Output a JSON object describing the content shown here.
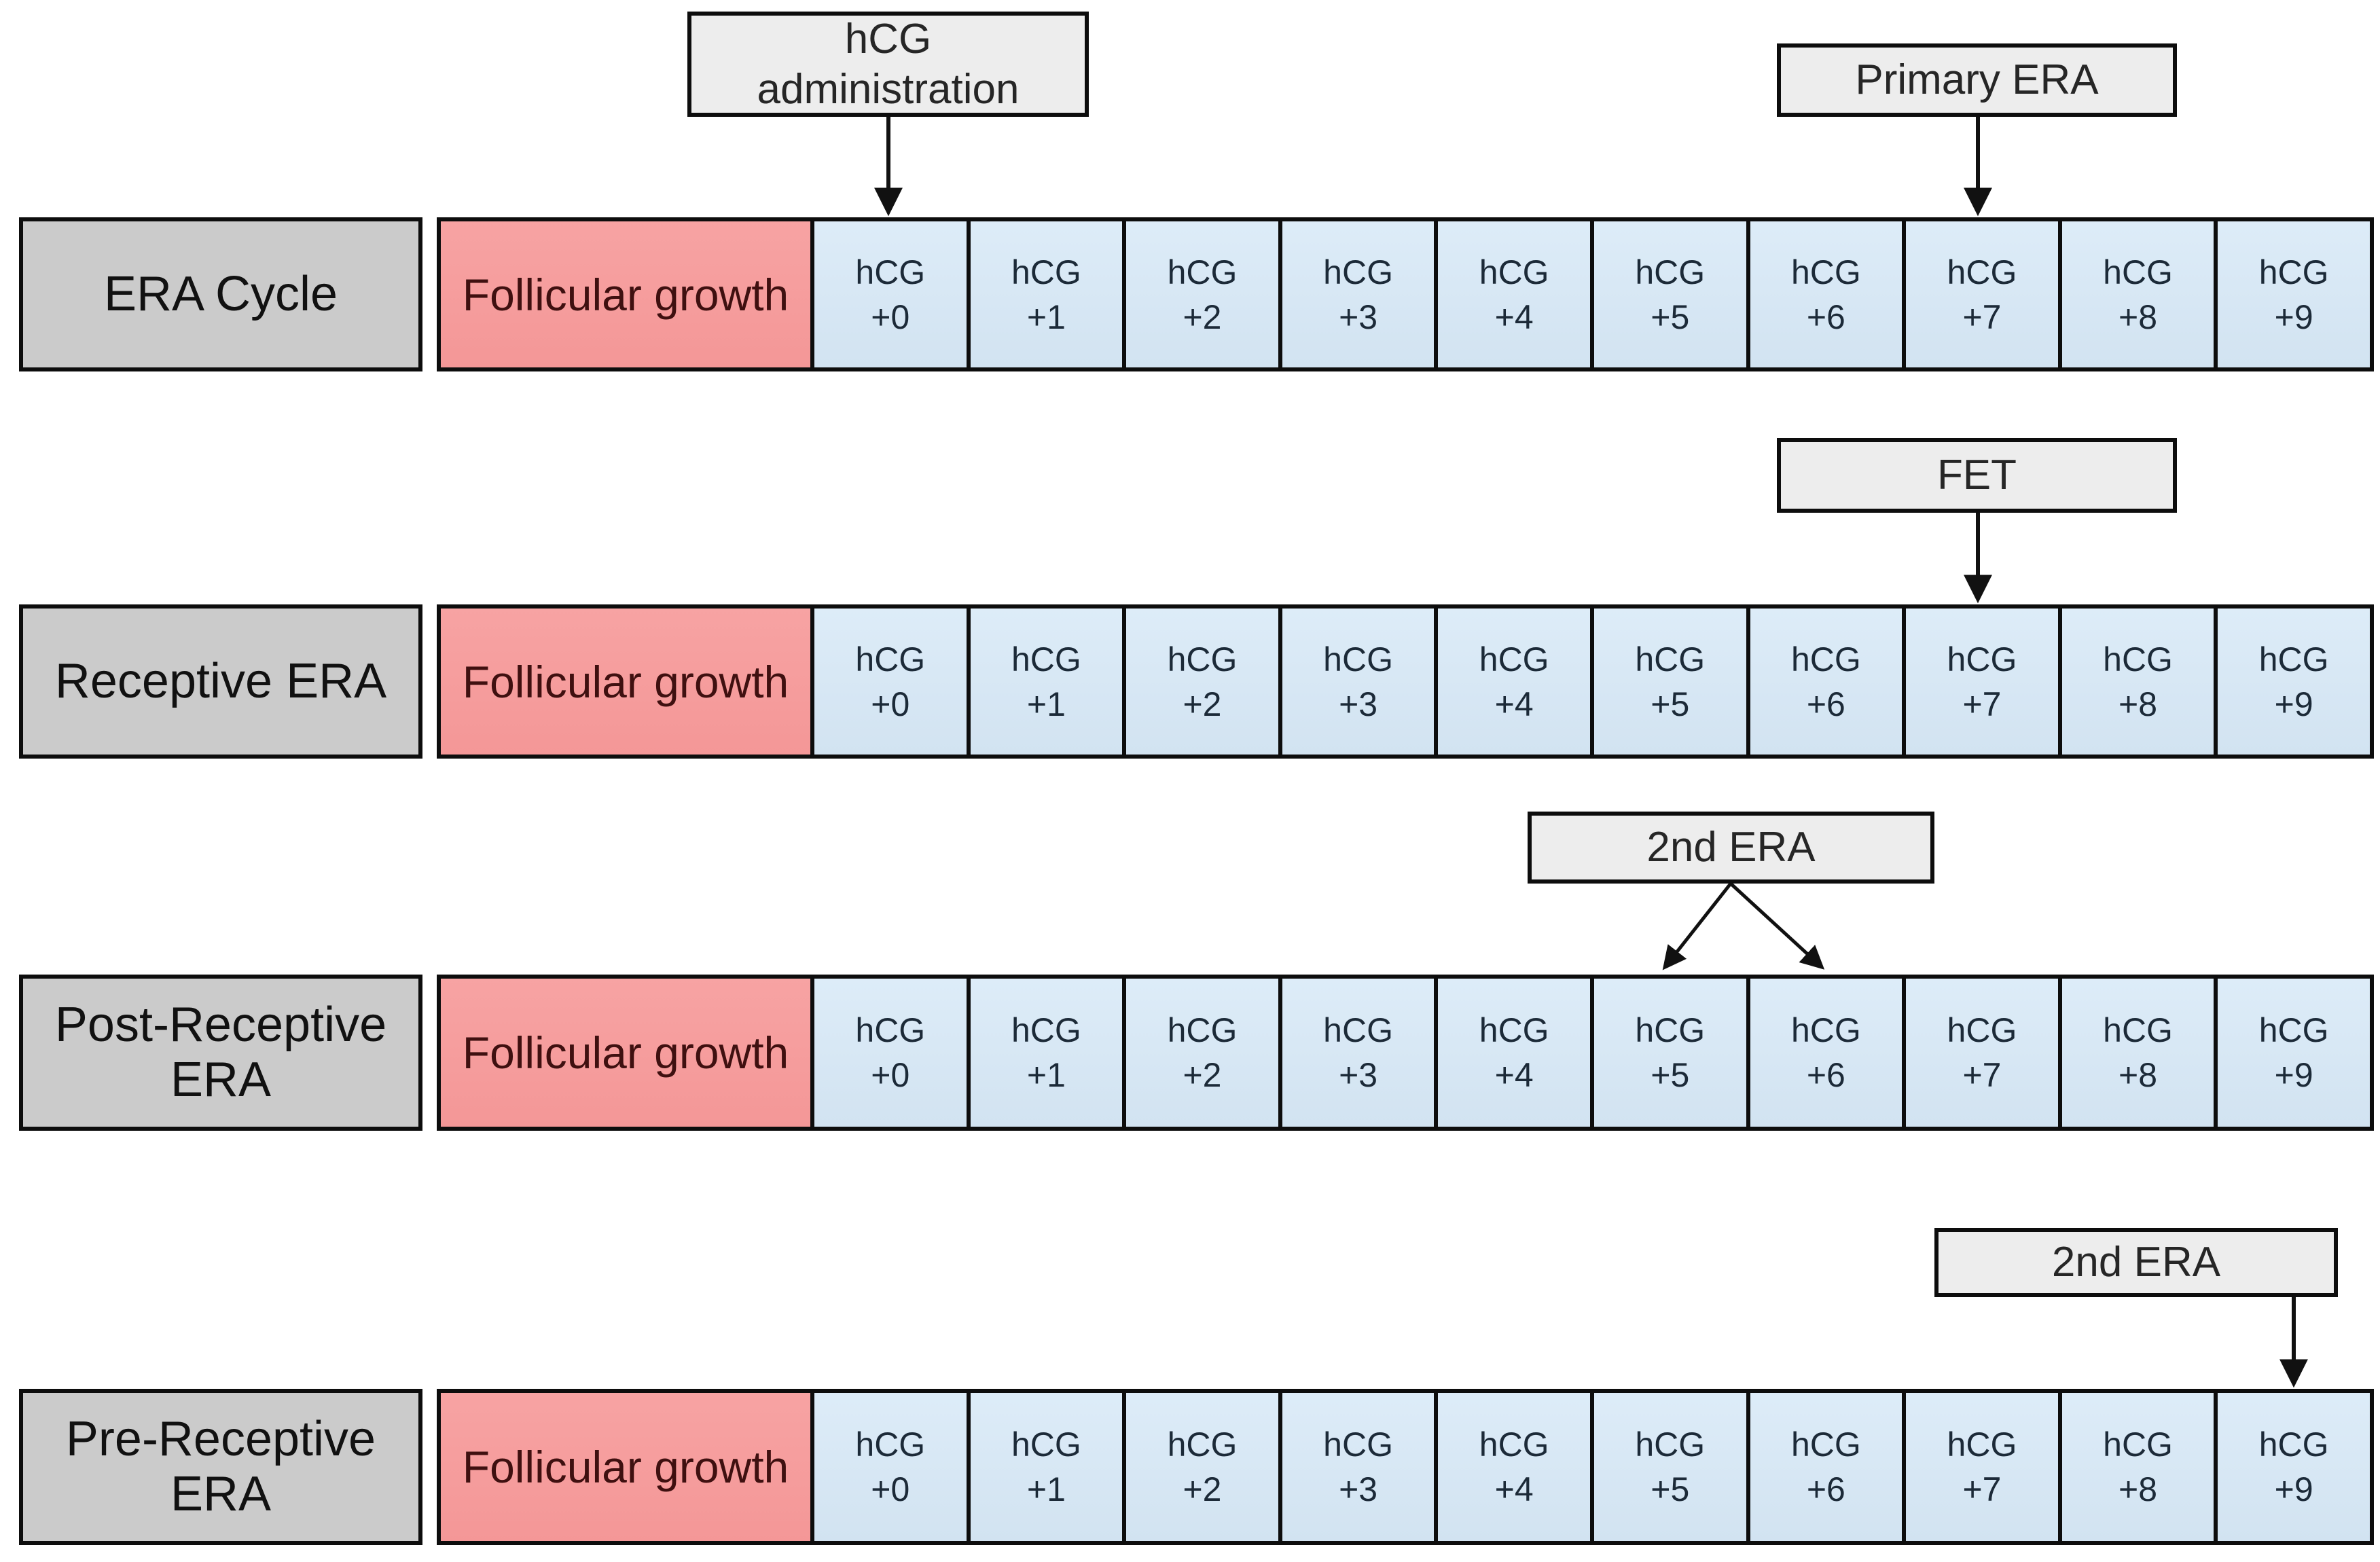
{
  "colors": {
    "row_label_fill": "#cbcbcb",
    "phase_fill": "#f59c9c",
    "day_cell_fill": "#d8e8f5",
    "callout_fill": "#ededed",
    "border": "#0d0d0d",
    "arrow": "#111111"
  },
  "rows": [
    {
      "label": "ERA Cycle",
      "phase_label": "Follicular growth",
      "cells": [
        {
          "line1": "hCG",
          "line2": "+0"
        },
        {
          "line1": "hCG",
          "line2": "+1"
        },
        {
          "line1": "hCG",
          "line2": "+2"
        },
        {
          "line1": "hCG",
          "line2": "+3"
        },
        {
          "line1": "hCG",
          "line2": "+4"
        },
        {
          "line1": "hCG",
          "line2": "+5"
        },
        {
          "line1": "hCG",
          "line2": "+6"
        },
        {
          "line1": "hCG",
          "line2": "+7"
        },
        {
          "line1": "hCG",
          "line2": "+8"
        },
        {
          "line1": "hCG",
          "line2": "+9"
        }
      ]
    },
    {
      "label": "Receptive ERA",
      "phase_label": "Follicular growth",
      "cells": [
        {
          "line1": "hCG",
          "line2": "+0"
        },
        {
          "line1": "hCG",
          "line2": "+1"
        },
        {
          "line1": "hCG",
          "line2": "+2"
        },
        {
          "line1": "hCG",
          "line2": "+3"
        },
        {
          "line1": "hCG",
          "line2": "+4"
        },
        {
          "line1": "hCG",
          "line2": "+5"
        },
        {
          "line1": "hCG",
          "line2": "+6"
        },
        {
          "line1": "hCG",
          "line2": "+7"
        },
        {
          "line1": "hCG",
          "line2": "+8"
        },
        {
          "line1": "hCG",
          "line2": "+9"
        }
      ]
    },
    {
      "label": "Post-Receptive ERA",
      "phase_label": "Follicular growth",
      "cells": [
        {
          "line1": "hCG",
          "line2": "+0"
        },
        {
          "line1": "hCG",
          "line2": "+1"
        },
        {
          "line1": "hCG",
          "line2": "+2"
        },
        {
          "line1": "hCG",
          "line2": "+3"
        },
        {
          "line1": "hCG",
          "line2": "+4"
        },
        {
          "line1": "hCG",
          "line2": "+5"
        },
        {
          "line1": "hCG",
          "line2": "+6"
        },
        {
          "line1": "hCG",
          "line2": "+7"
        },
        {
          "line1": "hCG",
          "line2": "+8"
        },
        {
          "line1": "hCG",
          "line2": "+9"
        }
      ]
    },
    {
      "label": "Pre-Receptive ERA",
      "phase_label": "Follicular growth",
      "cells": [
        {
          "line1": "hCG",
          "line2": "+0"
        },
        {
          "line1": "hCG",
          "line2": "+1"
        },
        {
          "line1": "hCG",
          "line2": "+2"
        },
        {
          "line1": "hCG",
          "line2": "+3"
        },
        {
          "line1": "hCG",
          "line2": "+4"
        },
        {
          "line1": "hCG",
          "line2": "+5"
        },
        {
          "line1": "hCG",
          "line2": "+6"
        },
        {
          "line1": "hCG",
          "line2": "+7"
        },
        {
          "line1": "hCG",
          "line2": "+8"
        },
        {
          "line1": "hCG",
          "line2": "+9"
        }
      ]
    }
  ],
  "callouts": [
    {
      "id": "hcg-administration",
      "lines": [
        "hCG",
        "administration"
      ],
      "points_to": "hCG +0 (ERA Cycle row)"
    },
    {
      "id": "primary-era",
      "lines": [
        "Primary ERA"
      ],
      "points_to": "hCG +7 (ERA Cycle row)"
    },
    {
      "id": "fet",
      "lines": [
        "FET"
      ],
      "points_to": "hCG +7 (Receptive ERA row)"
    },
    {
      "id": "second-era-post",
      "lines": [
        "2nd ERA"
      ],
      "points_to": "hCG +5 and hCG +6 (Post-Receptive ERA row)"
    },
    {
      "id": "second-era-pre",
      "lines": [
        "2nd ERA"
      ],
      "points_to": "hCG +9 (Pre-Receptive ERA row)"
    }
  ]
}
